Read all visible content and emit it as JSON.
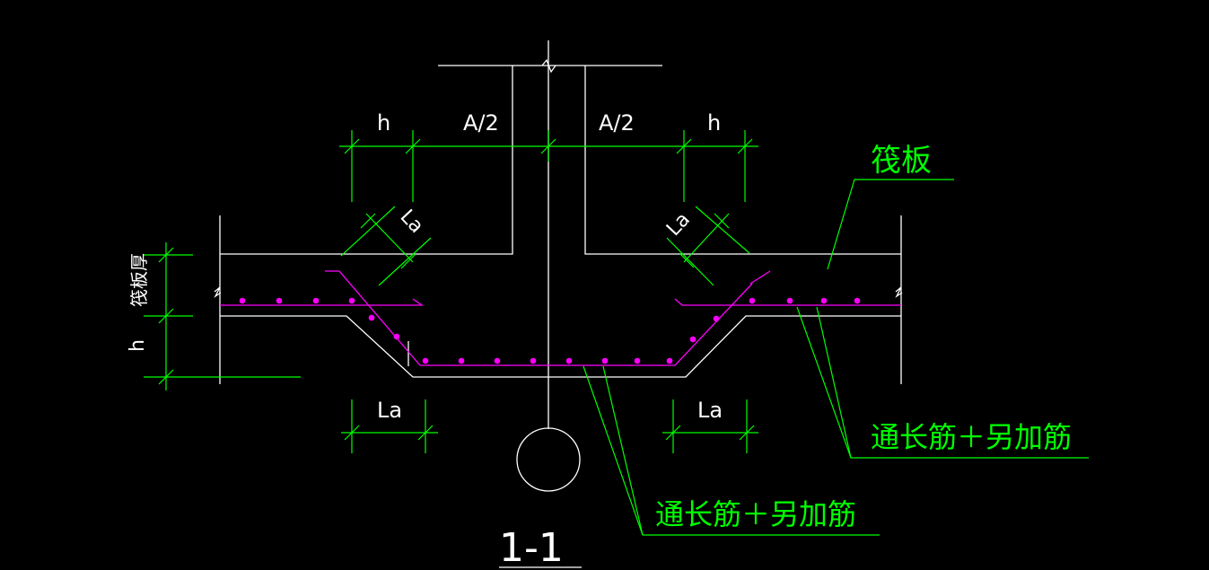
{
  "colors": {
    "background": "#000000",
    "outline": "#ffffff",
    "dimension": "#00ff00",
    "rebar": "#ff00ff"
  },
  "labels": {
    "dim_h_left": "h",
    "dim_a2_left": "A/2",
    "dim_a2_right": "A/2",
    "dim_h_right": "h",
    "dim_la_left_diag": "La",
    "dim_la_right_diag": "La",
    "raft_callout": "筏板",
    "raft_thickness": "筏板厚",
    "dim_h_vertical": "h",
    "dim_la_bottom_left": "La",
    "dim_la_bottom_right": "La",
    "rebar_callout_right": "通长筋＋另加筋",
    "rebar_callout_bottom": "通长筋＋另加筋",
    "section_title": "1-1"
  }
}
